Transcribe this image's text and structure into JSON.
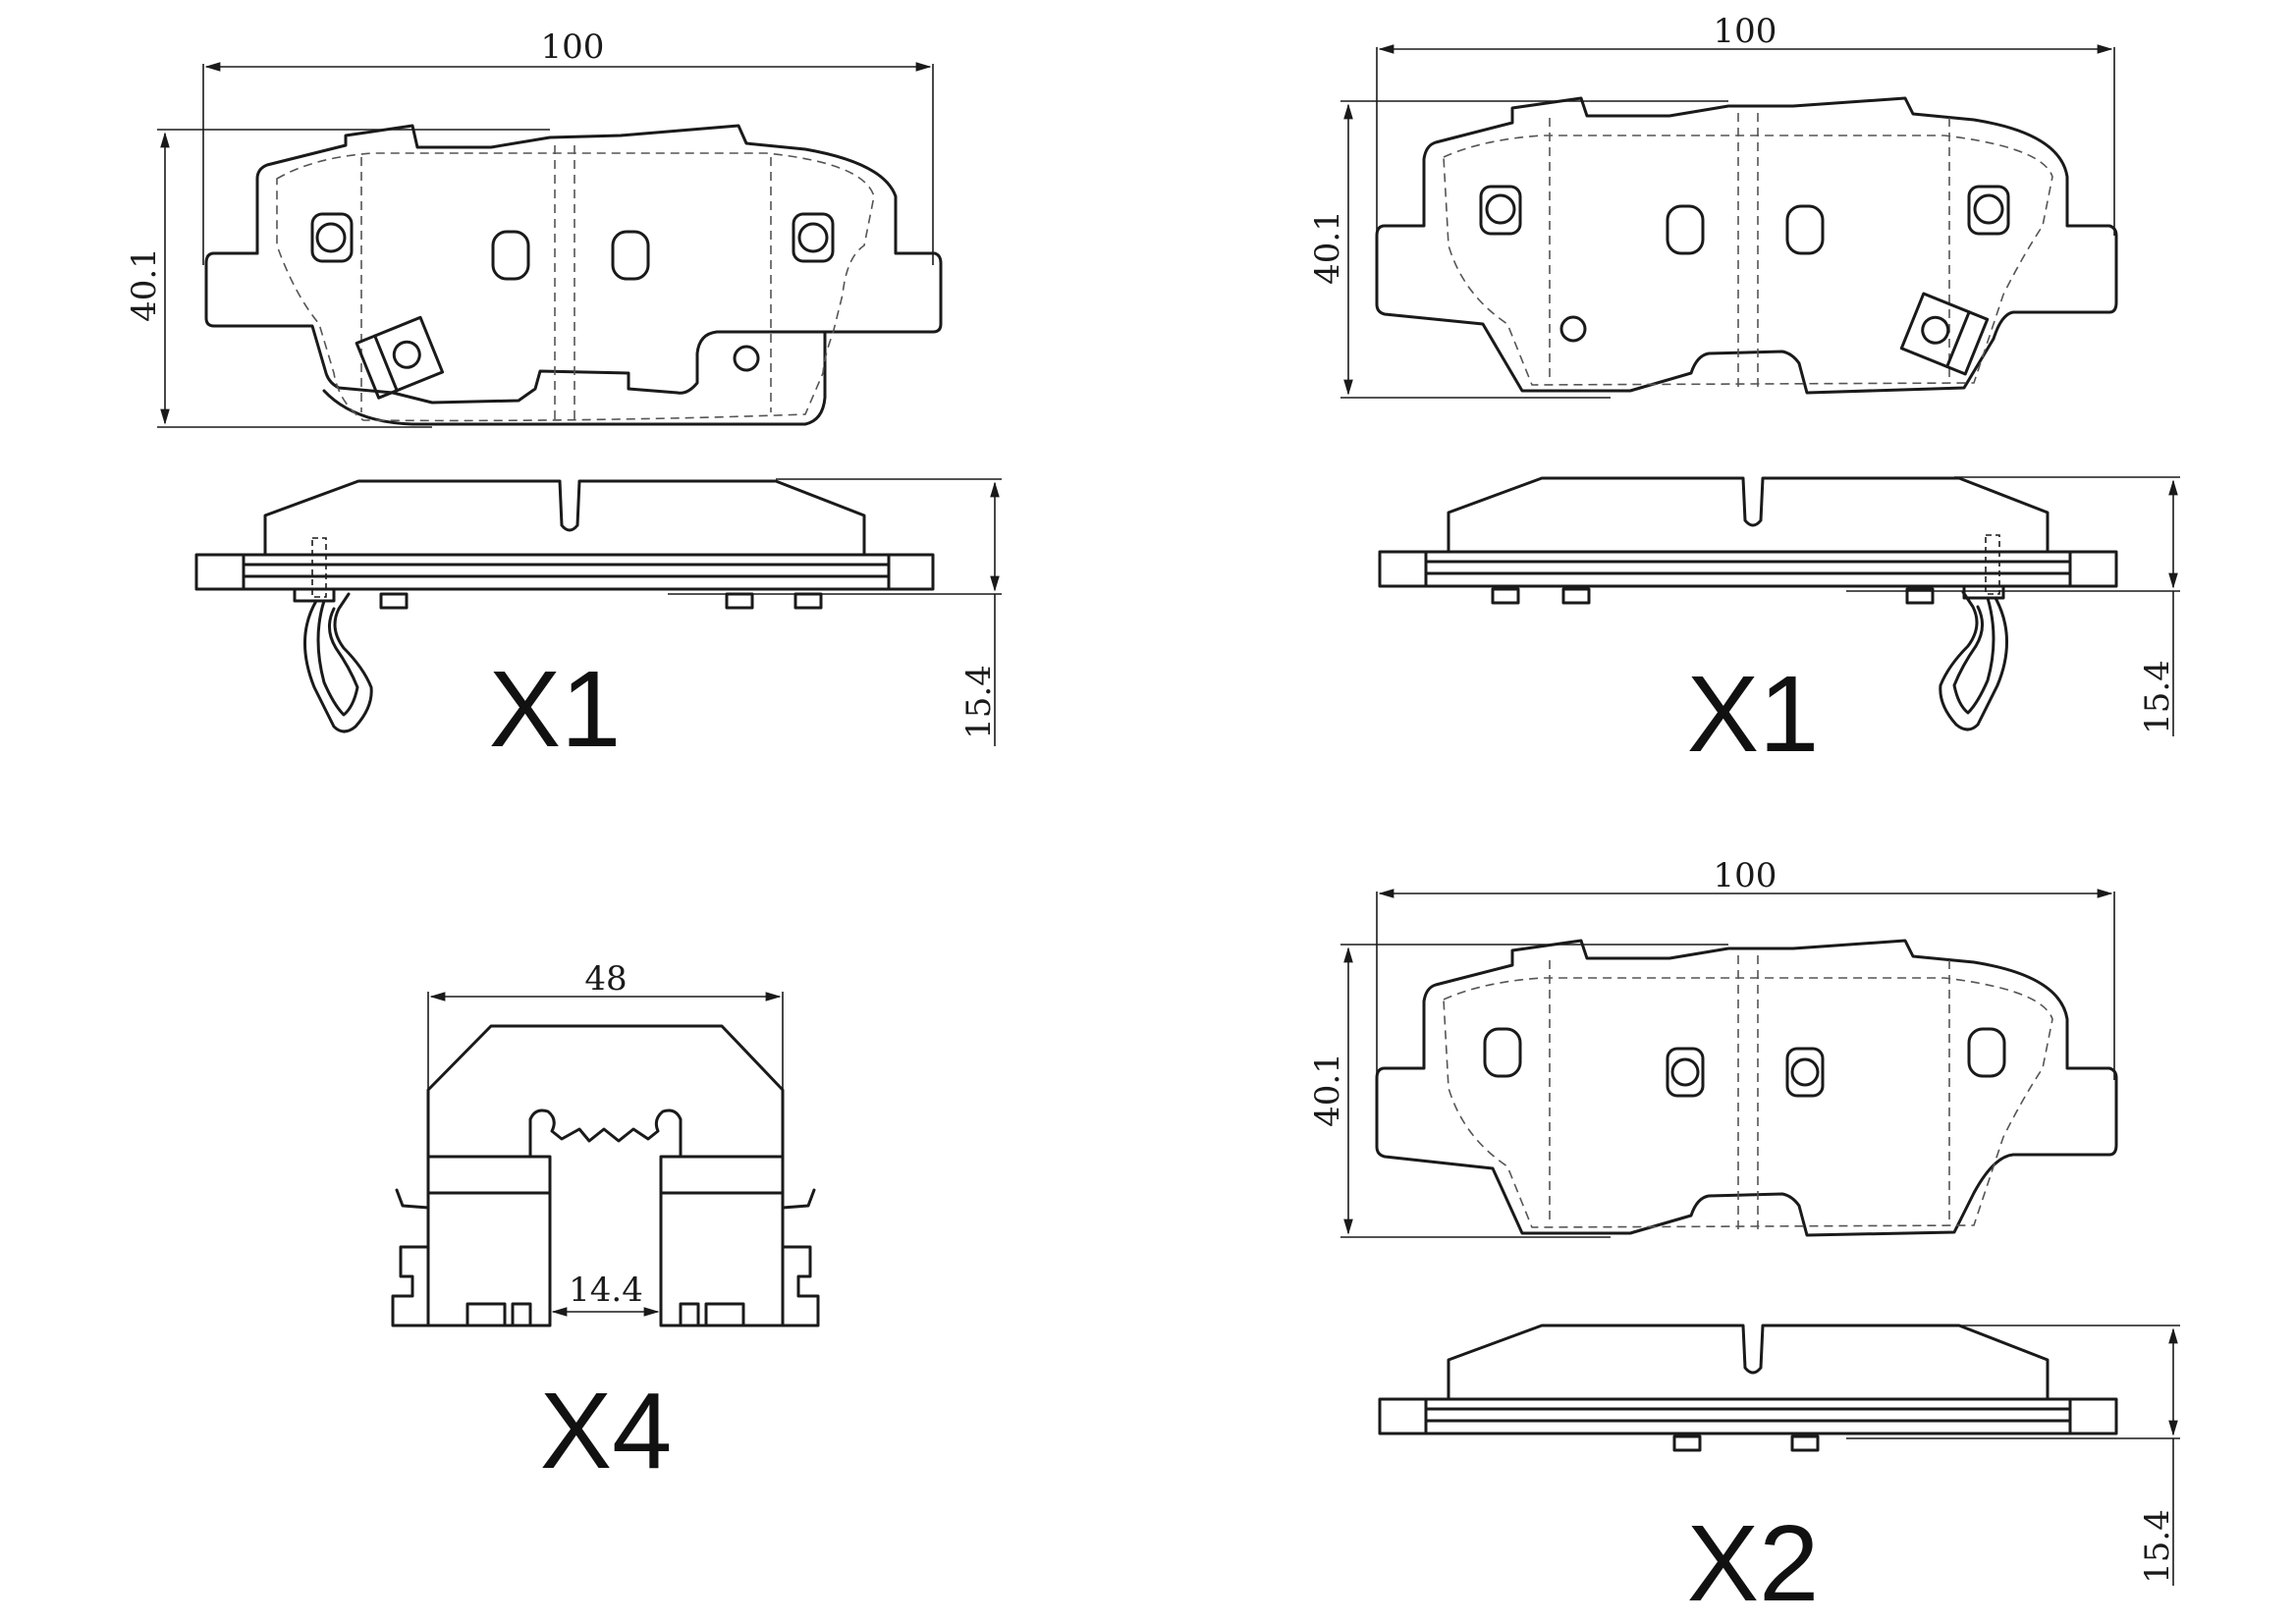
{
  "views": {
    "top_left": {
      "quantity": "X1",
      "dim_width": "100",
      "dim_height": "40.1",
      "dim_thickness": "15.4"
    },
    "top_right": {
      "quantity": "X1",
      "dim_width": "100",
      "dim_height": "40.1",
      "dim_thickness": "15.4"
    },
    "clip": {
      "quantity": "X4",
      "dim_width": "48",
      "dim_gap": "14.4"
    },
    "bottom_right": {
      "quantity": "X2",
      "dim_width": "100",
      "dim_height": "40.1",
      "dim_thickness": "15.4"
    }
  }
}
